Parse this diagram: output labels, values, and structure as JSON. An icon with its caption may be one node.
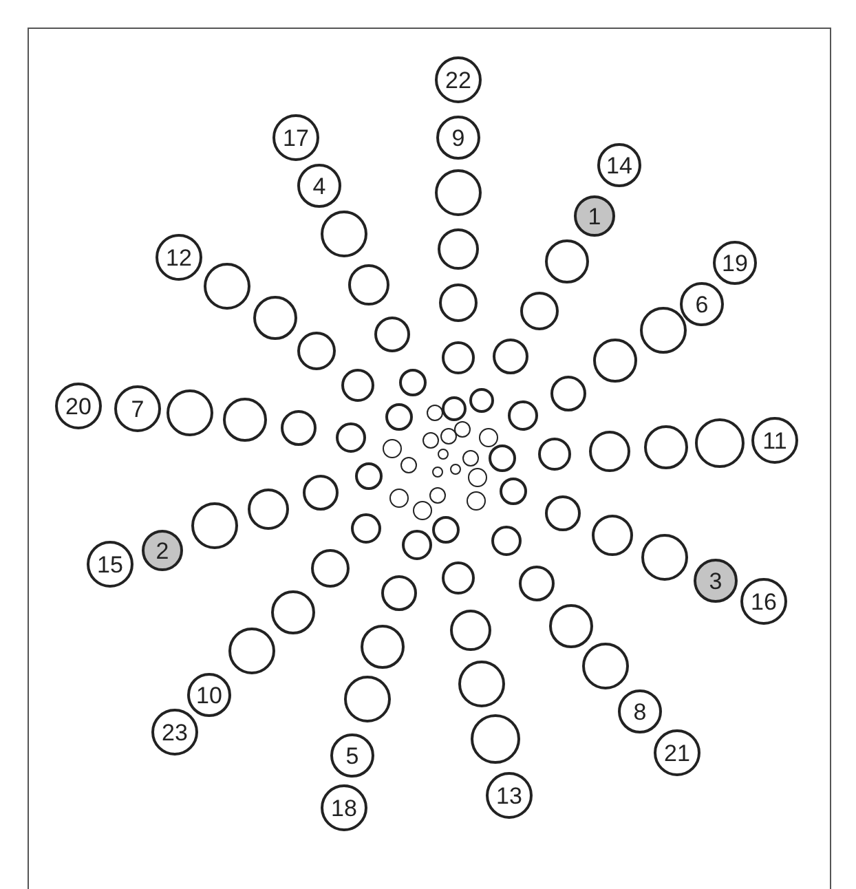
{
  "diagram": {
    "nodes": [
      {
        "text": [
          "22"
        ]
      },
      {
        "text": [
          "9"
        ]
      },
      {
        "text": [],
        "shape": "circle"
      },
      {
        "text": [],
        "shape": "circle"
      },
      {
        "text": [],
        "shape": "circle"
      },
      {
        "text": [],
        "shape": "circle"
      },
      {
        "text": [],
        "shape": "circle"
      },
      {
        "text": [],
        "shape": "circle"
      },
      {
        "text": [
          "14"
        ]
      },
      {
        "text": [
          "1"
        ]
      },
      {
        "text": [],
        "shape": "circle"
      },
      {
        "text": [],
        "shape": "circle"
      },
      {
        "text": [],
        "shape": "circle"
      },
      {
        "text": [],
        "shape": "circle"
      },
      {
        "text": [],
        "shape": "circle"
      },
      {
        "text": [
          "19"
        ]
      },
      {
        "text": [
          "6"
        ]
      },
      {
        "text": [],
        "shape": "circle"
      },
      {
        "text": [],
        "shape": "circle"
      },
      {
        "text": [],
        "shape": "circle"
      },
      {
        "text": [],
        "shape": "circle"
      },
      {
        "text": [],
        "shape": "circle"
      },
      {
        "text": [
          "11"
        ]
      },
      {
        "text": [],
        "shape": "circle"
      },
      {
        "text": [],
        "shape": "circle"
      },
      {
        "text": [],
        "shape": "circle"
      },
      {
        "text": [],
        "shape": "circle"
      },
      {
        "text": [],
        "shape": "circle"
      },
      {
        "text": [],
        "shape": "circle"
      },
      {
        "text": [
          "16"
        ]
      },
      {
        "text": [
          "3"
        ]
      },
      {
        "text": [],
        "shape": "circle"
      },
      {
        "text": [],
        "shape": "circle"
      },
      {
        "text": [],
        "shape": "circle"
      },
      {
        "text": [],
        "shape": "circle"
      },
      {
        "text": [],
        "shape": "circle"
      },
      {
        "text": [
          "21"
        ]
      },
      {
        "text": [
          "8"
        ]
      },
      {
        "text": [],
        "shape": "circle"
      },
      {
        "text": [],
        "shape": "circle"
      },
      {
        "text": [],
        "shape": "circle"
      },
      {
        "text": [],
        "shape": "circle"
      },
      {
        "text": [],
        "shape": "circle"
      },
      {
        "text": [
          "13"
        ]
      },
      {
        "text": [],
        "shape": "circle"
      },
      {
        "text": [],
        "shape": "circle"
      },
      {
        "text": [],
        "shape": "circle"
      },
      {
        "text": [],
        "shape": "circle"
      },
      {
        "text": [],
        "shape": "circle"
      },
      {
        "text": [],
        "shape": "circle"
      },
      {
        "text": [
          "18"
        ]
      },
      {
        "text": [
          "5"
        ]
      },
      {
        "text": [],
        "shape": "circle"
      },
      {
        "text": [],
        "shape": "circle"
      },
      {
        "text": [],
        "shape": "circle"
      },
      {
        "text": [],
        "shape": "circle"
      },
      {
        "text": [],
        "shape": "circle"
      },
      {
        "text": [
          "23"
        ]
      },
      {
        "text": [
          "10"
        ]
      },
      {
        "text": [],
        "shape": "circle"
      },
      {
        "text": [],
        "shape": "circle"
      },
      {
        "text": [],
        "shape": "circle"
      },
      {
        "text": [],
        "shape": "circle"
      },
      {
        "text": [],
        "shape": "circle"
      },
      {
        "text": [
          "15"
        ]
      },
      {
        "text": [
          "2"
        ]
      },
      {
        "text": [],
        "shape": "circle"
      },
      {
        "text": [],
        "shape": "circle"
      },
      {
        "text": [],
        "shape": "circle"
      },
      {
        "text": [],
        "shape": "circle"
      },
      {
        "text": [],
        "shape": "circle"
      },
      {
        "text": [
          "20"
        ]
      },
      {
        "text": [
          "7"
        ]
      },
      {
        "text": [],
        "shape": "circle"
      },
      {
        "text": [],
        "shape": "circle"
      },
      {
        "text": [],
        "shape": "circle"
      },
      {
        "text": [],
        "shape": "circle"
      },
      {
        "text": [],
        "shape": "circle"
      },
      {
        "text": [
          "12"
        ]
      },
      {
        "text": [],
        "shape": "circle"
      },
      {
        "text": [],
        "shape": "circle"
      },
      {
        "text": [],
        "shape": "circle"
      },
      {
        "text": [],
        "shape": "circle"
      },
      {
        "text": [],
        "shape": "circle"
      },
      {
        "text": [],
        "shape": "circle"
      },
      {
        "text": [
          "17"
        ]
      },
      {
        "text": [
          "4"
        ]
      },
      {
        "text": [],
        "shape": "circle"
      },
      {
        "text": [],
        "shape": "circle"
      },
      {
        "text": [],
        "shape": "circle"
      },
      {
        "text": [],
        "shape": "circle"
      },
      {
        "text": [],
        "shape": "circle"
      },
      {
        "text": [],
        "shape": "circle"
      },
      {
        "text": [],
        "shape": "circle"
      },
      {
        "text": [],
        "shape": "circle"
      }
    ]
  }
}
